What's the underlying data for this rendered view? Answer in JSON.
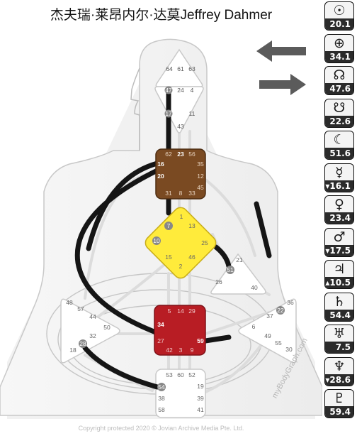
{
  "title": "杰夫瑞·莱昂内尔·达莫Jeffrey Dahmer",
  "watermark": "myBodyGraph.com",
  "copyright": "Copyright protected 2020 © Jovian Archive Media Pte. Ltd.",
  "colors": {
    "throat": "#7a4a22",
    "g_center": "#ffeb3b",
    "sacral": "#b81d24",
    "channel": "#151515"
  },
  "navigation": {
    "previous": "arrow-left",
    "next": "arrow-right"
  },
  "centers": {
    "head": {
      "gates": [
        "64",
        "61",
        "63"
      ],
      "defined": false
    },
    "ajna": {
      "gates": [
        "47",
        "24",
        "4",
        "17",
        "11",
        "43"
      ],
      "defined": false
    },
    "throat": {
      "gates": [
        "62",
        "23",
        "56",
        "16",
        "35",
        "20",
        "12",
        "45",
        "31",
        "8",
        "33"
      ],
      "defined": true
    },
    "g_center": {
      "gates": [
        "1",
        "7",
        "13",
        "10",
        "25",
        "15",
        "46",
        "2"
      ],
      "defined": true
    },
    "heart": {
      "gates": [
        "21",
        "51",
        "26",
        "40"
      ],
      "defined": false
    },
    "spleen": {
      "gates": [
        "48",
        "57",
        "44",
        "50",
        "32",
        "28",
        "18"
      ],
      "defined": false
    },
    "sacral": {
      "gates": [
        "5",
        "14",
        "29",
        "34",
        "27",
        "59",
        "42",
        "3",
        "9"
      ],
      "defined": true
    },
    "solar_plexus": {
      "gates": [
        "36",
        "22",
        "37",
        "6",
        "49",
        "55",
        "30"
      ],
      "defined": false
    },
    "root": {
      "gates": [
        "53",
        "60",
        "52",
        "54",
        "19",
        "38",
        "39",
        "58",
        "41"
      ],
      "defined": false
    }
  },
  "planets": [
    {
      "icon": "sun-icon",
      "symbol": "☉",
      "value": "20.1"
    },
    {
      "icon": "earth-icon",
      "symbol": "⊕",
      "value": "34.1"
    },
    {
      "icon": "north-node-icon",
      "symbol": "☊",
      "value": "47.6"
    },
    {
      "icon": "south-node-icon",
      "symbol": "☋",
      "value": "22.6"
    },
    {
      "icon": "moon-icon",
      "symbol": "☾",
      "value": "51.6"
    },
    {
      "icon": "mercury-icon",
      "symbol": "☿",
      "value": "▾16.1"
    },
    {
      "icon": "venus-icon",
      "symbol": "♀",
      "value": "23.4"
    },
    {
      "icon": "mars-icon",
      "symbol": "♂",
      "value": "▾17.5"
    },
    {
      "icon": "jupiter-icon",
      "symbol": "♃",
      "value": "▴10.5"
    },
    {
      "icon": "saturn-icon",
      "symbol": "♄",
      "value": "54.4"
    },
    {
      "icon": "uranus-icon",
      "symbol": "♅",
      "value": "7.5"
    },
    {
      "icon": "neptune-icon",
      "symbol": "♆",
      "value": "▾28.6"
    },
    {
      "icon": "pluto-icon",
      "symbol": "♇",
      "value": "59.4"
    }
  ]
}
